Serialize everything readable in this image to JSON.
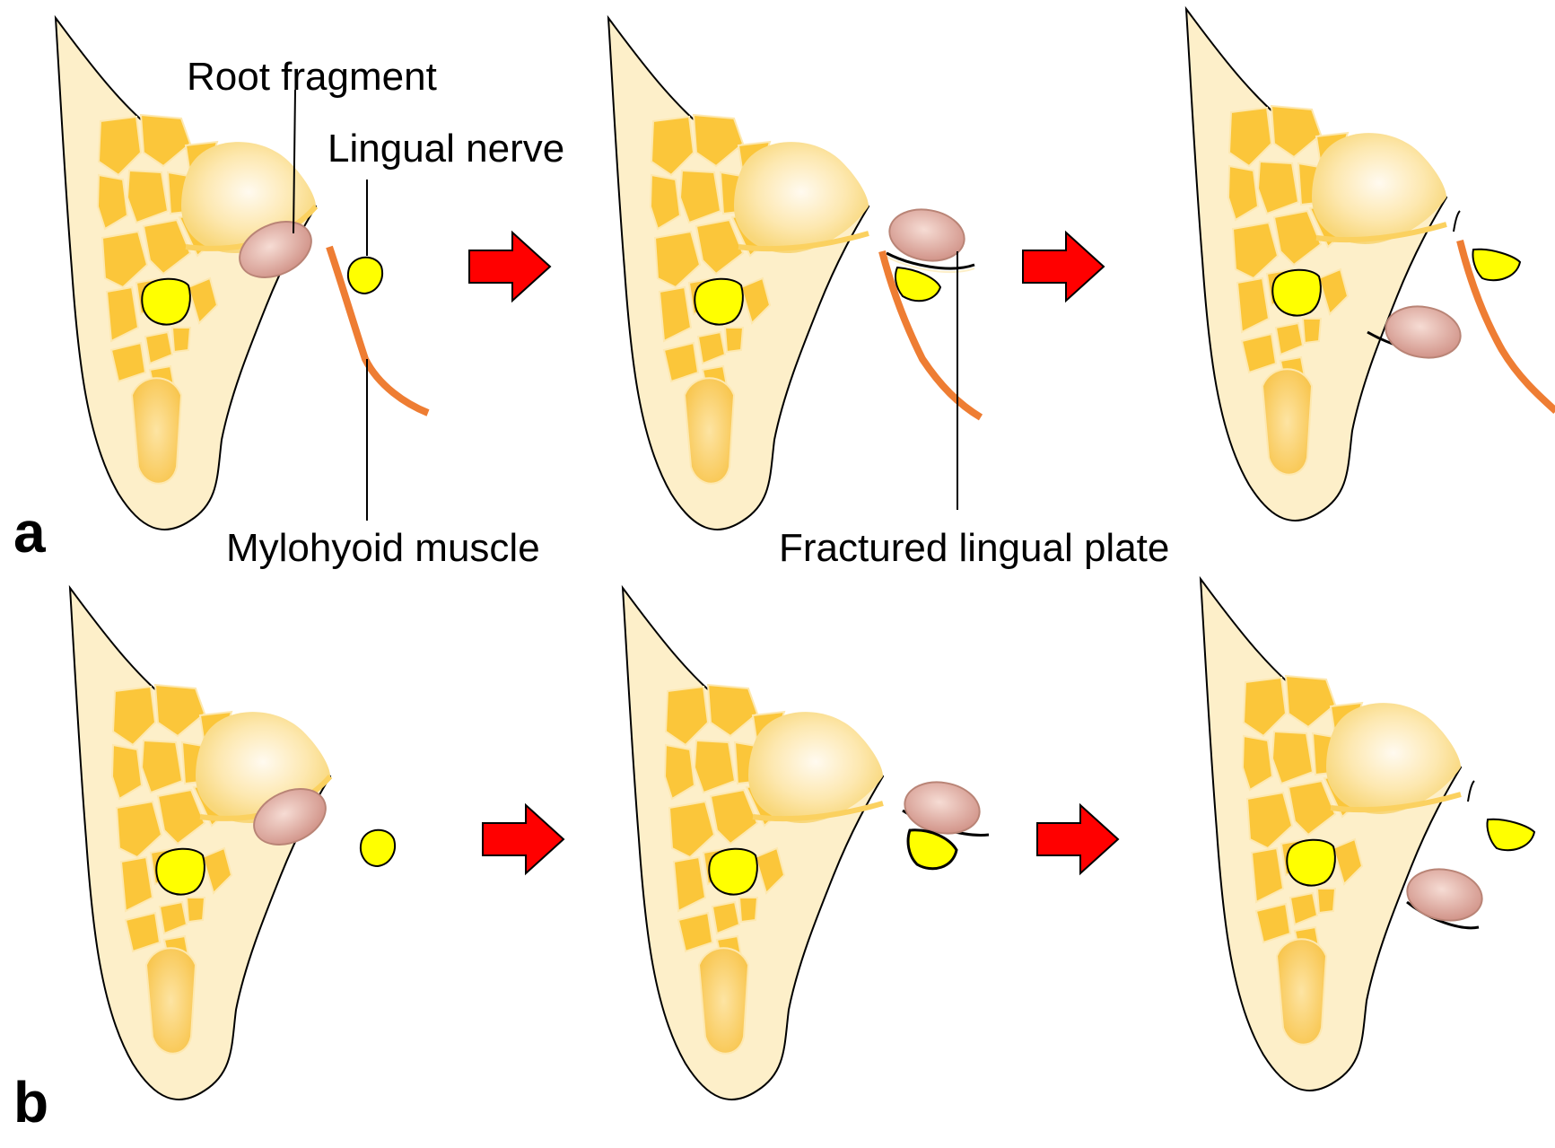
{
  "figure": {
    "panels": [
      {
        "letter": "a",
        "steps": 3,
        "has_mylohyoid_muscle": true
      },
      {
        "letter": "b",
        "steps": 3,
        "has_mylohyoid_muscle": false
      }
    ],
    "labels": {
      "root_fragment": "Root fragment",
      "lingual_nerve": "Lingual nerve",
      "mylohyoid_muscle": "Mylohyoid muscle",
      "fractured_lingual_plate": "Fractured lingual plate"
    },
    "colors": {
      "bone_outline": "#fdefc9",
      "cancellous": "#fbc63a",
      "nerve": "#ffff00",
      "root_fragment": "#e0a69a",
      "muscle": "#ee7d33",
      "arrow": "#ff0000"
    }
  }
}
